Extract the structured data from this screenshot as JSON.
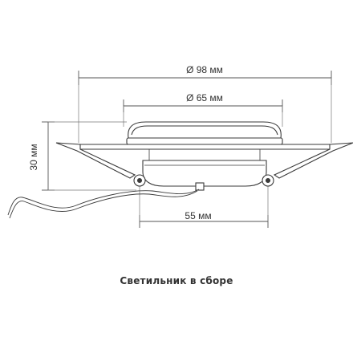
{
  "dimensions": {
    "outer_diameter": "Ø 98 мм",
    "inner_diameter": "Ø 65 мм",
    "height": "30 мм",
    "mount_width": "55 мм"
  },
  "caption": "Светильник в сборе",
  "colors": {
    "line": "#3a3a3a",
    "dimension_line": "#555555",
    "text": "#333333"
  }
}
